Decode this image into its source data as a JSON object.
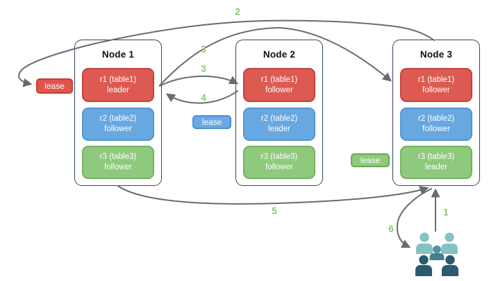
{
  "diagram": {
    "nodes": [
      {
        "title": "Node 1",
        "replicas": [
          {
            "label": "r1 (table1)",
            "role": "leader",
            "color_name": "red"
          },
          {
            "label": "r2 (table2)",
            "role": "follower",
            "color_name": "blue"
          },
          {
            "label": "r3 (table3)",
            "role": "follower",
            "color_name": "green"
          }
        ]
      },
      {
        "title": "Node 2",
        "replicas": [
          {
            "label": "r1 (table1)",
            "role": "follower",
            "color_name": "red"
          },
          {
            "label": "r2 (table2)",
            "role": "leader",
            "color_name": "blue"
          },
          {
            "label": "r3 (table3)",
            "role": "follower",
            "color_name": "green"
          }
        ]
      },
      {
        "title": "Node 3",
        "replicas": [
          {
            "label": "r1 (table1)",
            "role": "follower",
            "color_name": "red"
          },
          {
            "label": "r2 (table2)",
            "role": "follower",
            "color_name": "blue"
          },
          {
            "label": "r3 (table3)",
            "role": "leader",
            "color_name": "green"
          }
        ]
      }
    ],
    "leases": [
      {
        "label": "lease",
        "color_name": "red"
      },
      {
        "label": "lease",
        "color_name": "blue"
      },
      {
        "label": "lease",
        "color_name": "green"
      }
    ],
    "steps": {
      "s1": "1",
      "s2": "2",
      "s3a": "3",
      "s3b": "3",
      "s4": "4",
      "s5": "5",
      "s6": "6"
    },
    "colors": {
      "replica_red": "#dc5a52",
      "replica_blue": "#68a8e0",
      "replica_green": "#8fc97d",
      "node_border": "#2d4663",
      "arrow": "#6b6b6b",
      "step_label": "#8cc573",
      "users_light": "#85c2c2",
      "users_medium": "#4e95a1",
      "users_dark": "#2a5b6f"
    }
  }
}
